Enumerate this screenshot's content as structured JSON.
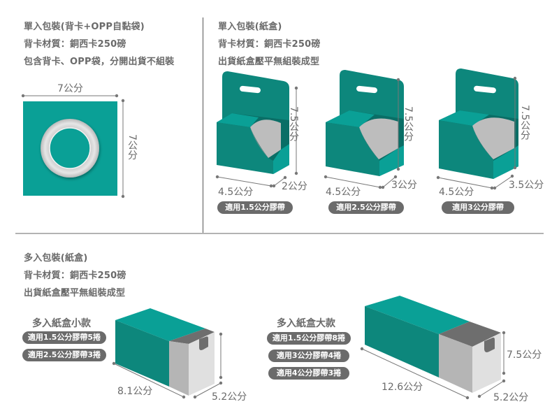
{
  "colors": {
    "teal": "#0aa096",
    "teal_dark": "#0d877c",
    "teal_shadow": "#0a6e66",
    "gray_text": "#6a6a6a",
    "pill_bg": "#6b6b6b",
    "tape": "#bdbdbd",
    "box_end_light": "#e0e0e0",
    "box_end_mid": "#b5b5b5",
    "box_cap": "#6e6e6e"
  },
  "section_single_card": {
    "lines": [
      "單入包裝(背卡+OPP自黏袋)",
      "背卡材質：銅西卡250磅",
      "包含背卡、OPP袋，分開出貨不組裝"
    ],
    "width_label": "7公分",
    "height_label": "7公分"
  },
  "section_single_box": {
    "lines": [
      "單入包裝(紙盒)",
      "背卡材質：銅西卡250磅",
      "出貨紙盒壓平無組裝成型"
    ],
    "boxes": [
      {
        "height_label": "7.5公分",
        "width_label": "4.5公分",
        "depth_label": "2公分",
        "fit_label": "適用1.5公分膠帶"
      },
      {
        "height_label": "7.5公分",
        "width_label": "4.5公分",
        "depth_label": "3公分",
        "fit_label": "適用2.5公分膠帶"
      },
      {
        "height_label": "7.5公分",
        "width_label": "4.5公分",
        "depth_label": "3.5公分",
        "fit_label": "適用3公分膠帶"
      }
    ]
  },
  "section_multi_box": {
    "lines": [
      "多入包裝(紙盒)",
      "背卡材質：銅西卡250磅",
      "出貨紙盒壓平無組裝成型"
    ],
    "small": {
      "title": "多入紙盒小款",
      "options": [
        "適用1.5公分膠帶5捲",
        "適用2.5公分膠帶3捲"
      ],
      "length_label": "8.1公分",
      "depth_label": "5.2公分"
    },
    "large": {
      "title": "多入紙盒大款",
      "options": [
        "適用1.5公分膠帶8捲",
        "適用3公分膠帶4捲",
        "適用4公分膠帶3捲"
      ],
      "length_label": "12.6公分",
      "height_label": "7.5公分",
      "depth_label": "5.2公分"
    }
  }
}
